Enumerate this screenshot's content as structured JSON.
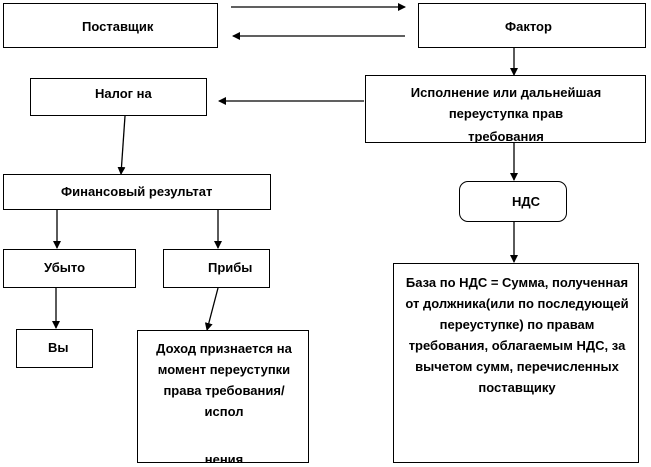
{
  "nodes": {
    "supplier": "Поставщик",
    "factor": "Фактор",
    "tax": "Налог на",
    "execution": "Исполнение или дальнейшая переуступка прав",
    "execution_cut": "требования",
    "fin_result": "Финансовый результат",
    "vat": "НДС",
    "loss": "Убыто",
    "profit": "Прибы",
    "vy": "Вы",
    "income": "Доход признается на момент переуступки права требования/испол",
    "income_cut": "нения",
    "vat_base": "База по НДС = Сумма, полученная от должника(или по последующей переуступке) по правам требования, облагаемым НДС, за вычетом сумм, перечисленных поставщику"
  }
}
